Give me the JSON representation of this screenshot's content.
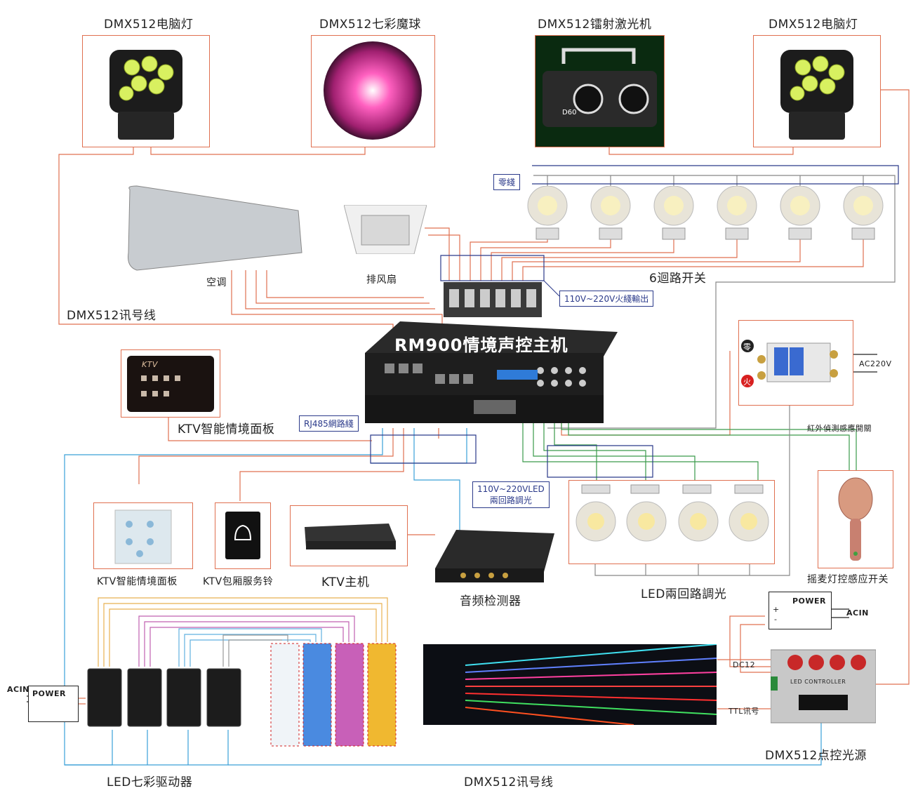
{
  "devices": {
    "moving_head_left": "DMX512电脑灯",
    "magic_ball": "DMX512七彩魔球",
    "laser": "DMX512镭射激光机",
    "moving_head_right": "DMX512电脑灯",
    "air_conditioner": "空调",
    "exhaust_fan": "排风扇",
    "six_way_switch": "6迴路开关",
    "host": "RM900情境声控主机",
    "ktv_panel_top": "KTV智能情境面板",
    "ktv_panel_bottom": "KTV智能情境面板",
    "service_bell": "KTV包厢服务铃",
    "ktv_host": "KTV主机",
    "audio_detector": "音频检测器",
    "led_two_circuit": "LED兩回路調光",
    "mic_sensor": "摇麦灯控感应开关",
    "led_driver": "LED七彩驱动器",
    "pixel_source": "DMX512点控光源"
  },
  "tags": {
    "neutral": "零綫",
    "live_out": "110V~220V火綫輸出",
    "rj485": "RJ485網路綫",
    "led_dim_line1": "110V~220VLED",
    "led_dim_line2": "兩回路調光"
  },
  "labels": {
    "dmx_signal_top": "DMX512讯号线",
    "dmx_signal_bottom": "DMX512讯号线",
    "ac220": "AC220V",
    "ir_switch": "紅外偵測感應開關",
    "zero_symbol": "零",
    "fire_symbol": "火",
    "power_left": "POWER",
    "acin_left": "ACIN",
    "power_right": "POWER",
    "acin_right": "ACIN",
    "plus": "+",
    "minus": "-",
    "dc12": "DC12",
    "ttl": "TTL讯号",
    "laser_model": "D60",
    "ktv_logo": "KTV",
    "controller_label": "LED CONTROLLER"
  },
  "colors": {
    "wire_red": "#e07050",
    "wire_blue": "#3aa0d8",
    "wire_green": "#3a9a4a",
    "wire_navy": "#2b3a8a",
    "host_body": "#1e1e1e"
  }
}
